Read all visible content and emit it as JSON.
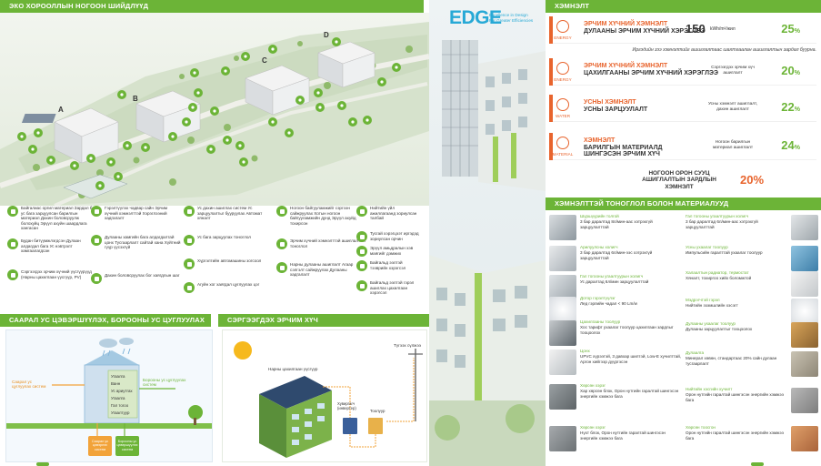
{
  "left": {
    "eco_header": "ЭКО ХОРООЛЛЫН НОГООН ШИЙДЛҮҮД",
    "water_header": "СААРАЛ УС ЦЭВЭРШҮҮЛЭХ, БОРООНЫ УС ЦУГЛУУЛАХ",
    "solar_header": "СЭРГЭЭГДЭХ ЭРЧИМ ХҮЧ",
    "building_labels": [
      "A",
      "B",
      "C",
      "D"
    ],
    "legend": [
      "Байгалиас оргил материал Зардал ба ус бага зарцуулсан барилгын материал Дахин боловсруулж болохуйц Эрүүл ахуйн шаардлага хангасан",
      "Гэрэлтүүлэх чадвар сайн Эрчим хүчний хэмнэлттэй Хэрэглээний хадгалалт",
      "Ус дахин ашиглах систем Ус зарцуулалтыг бууруулах Автомат хяналт",
      "Ногоон байгууламжийг сэргээн сайжруулах Хотын ногоон байгууламжийн дунд Эрүүл ахуйд тохирсон",
      "Нийтийн үйл ажиллагаанд зориулсан талбай",
      "Будан битүүмжлэгдсэн Дулаан алдагдал бага Ус нэвтрэлт хамгаалагдсан",
      "Дулааны хамгийн бага алдагдалтай цонх Тусгаарлалт сайтай хана Хүйтний гүүр үүсэхгүй",
      "Ус бага зарцуулах тоноглол",
      "Эрчим хүчний хэмнэлттэй ашиглалтын тоноглол",
      "Тусгай хэрэгцээт иргэдэд зориулсан орчин",
      "Сэргээгдэх эрчим хүчний үүсгүүрүүд (Нарны цахилгаан үүсгүүр, PV)",
      "Дахин боловсруулах бог хаягдлын шаг",
      "Хүргэлтийн автомашины зогсоол",
      "Нарны дулааны ашиглалт Агаар сэлгэлт сайжруулах Дулааны хадгалалт",
      "Эрүүл амьдралын хэв маягийг дэмжих",
      "Байгальд ээлтэй тээврийн хэрэгсэл",
      "Агуйн хог хаягдал цуглуулах цэг",
      "Байгальд ээлтэй гэрэл ашиглах цахилгаан хэрэгсэл"
    ],
    "water_labels": {
      "gray_title": "Саарал ус цуглуулах систем",
      "rain_title": "Борооны ус цуглуулах систем",
      "rows": [
        "Угаалга",
        "Ванн",
        "Ус ариутгах",
        "Угаалга",
        "Гал тогоо",
        "Угаалтуур"
      ],
      "box1": "Саарал ус цэвэрлэх систем",
      "box2": "Борооны ус цэвэршүүлэх систем"
    },
    "solar_labels": {
      "panel": "Нарны цахилгаан үүсгүүр",
      "grid": "Түгээх сүлжээ",
      "inverter": "Хувиргагч (инвертер)",
      "meter": "Тоолуур"
    }
  },
  "middle": {
    "logo_word": "EDGE",
    "logo_line1": "Excellence in Design",
    "logo_line2": "For Greater Efficiencies"
  },
  "right": {
    "savings_header": "ХЭМНЭЛТ",
    "materials_header": "ХЭМНЭЛТТЭЙ ТОНОГЛОЛ БОЛОН МАТЕРИАЛУУД",
    "savings": [
      {
        "icon": "lightning-icon",
        "label": "ENERGY",
        "title1": "ЭРЧИМ ХҮЧНИЙ ХЭМНЭЛТ",
        "title2": "ДУЛААНЫ ЭРЧИМ ХҮЧНИЙ ХЭРЭГЛЭЭ",
        "mid_num": "150",
        "mid_unit": "kWh/m²/жил",
        "pct": "25"
      },
      {
        "icon": "lightning-icon",
        "label": "ENERGY",
        "title1": "ЭРЧИМ ХҮЧНИЙ ХЭМНЭЛТ",
        "title2": "ЦАХИЛГААНЫ ЭРЧИМ ХҮЧНИЙ ХЭРЭГЛЭЭ",
        "mid": "Сэргээгдэх эрчим хүч ашиглалт",
        "pct": "20"
      },
      {
        "icon": "water-drop-icon",
        "label": "WATER",
        "title1": "УСНЫ ХЭМНЭЛТ",
        "title2": "УСНЫ ЗАРЦУУЛАЛТ",
        "mid": "Усны хэмнэлт ашиглалт, дахин ашиглалт",
        "pct": "22"
      },
      {
        "icon": "leaf-icon",
        "label": "MATERIAL",
        "title1": "ХЭМНЭЛТ",
        "title2": "БАРИЛГЫН МАТЕРИАЛД ШИНГЭСЭН ЭРЧИМ ХҮЧ",
        "mid": "Ногоон барилгын материал ашиглалт",
        "pct": "24"
      }
    ],
    "note": "Иргэдийн зээ хэмнэлтийг ашиглалтаас шалтгаалан ашиглалтын зардал буурна.",
    "total_label": "НОГООН ОРОН СУУЦ АШИГЛАЛТЫН ЗАРДЛЫН ХЭМНЭЛТ",
    "total_pct": "20%",
    "materials_left": [
      {
        "name": "Шүршүүрийн толгой",
        "desc": "3 бар даралтад 8л/мин-аас хэтрэхгүй зарцуулалттай"
      },
      {
        "name": "Арилуулсны холигч",
        "desc": "3 бар даралтад 6л/мин-ээс хэтрэхгүй зарцуулалттай"
      },
      {
        "name": "Гал тогооны угаалтуурын холигч",
        "desc": "Ус даралтад 6л/мин зарцуулалттай"
      },
      {
        "name": "Дотор гэрэлтүүлэг",
        "desc": "Лед гэрлийн чадал < 90 Lm/w"
      },
      {
        "name": "Цахилгааны тоолуур",
        "desc": "Хос тарифт ухаалаг тоолуур цахилгаан зардлыг тооцоолох"
      },
      {
        "name": "Цонх",
        "desc": "UPVC хүрээтэй, 3 давхар шилтэй, Low-E хучилттай, Аргон хийгээр дүүргэсэн"
      },
      {
        "name": "Хөрсөн хэрэг",
        "desc": "Хар хөрсөн блок, Орон нутгийн гаралтай шингэсэн энергийн хэмжээ бага"
      },
      {
        "name": "Хөрсөн хэрэг",
        "desc": "Нүхт блок, Орон нутгийн гаралтай шингэсэн энергийн хэмжээ бага"
      }
    ],
    "materials_right": [
      {
        "name": "Гал тогооны угаалтуурын холигч",
        "desc": "3 бар даралтад 6л/мин-аас хэтрэхгүй зарцуулалттай"
      },
      {
        "name": "Усны ухаалаг тоолуур",
        "desc": "Импульсийн гаралттай ухаалаг тоолуур"
      },
      {
        "name": "Халаалтын радиатор, термостат",
        "desc": "Хяналт, тохиргоо хийх боломжтой"
      },
      {
        "name": "Мэдрэгчтэй гэрэл",
        "desc": "Нийтийн эзэмшлийн хэсэгт"
      },
      {
        "name": "Дулааны ухаалаг тоолуур",
        "desc": "Дулааны зарцуулалтыг тооцоолох"
      },
      {
        "name": "Дулаалга",
        "desc": "Минерал хөвөн, стандартаас 20% сайн дулаан тусгаарлалт"
      },
      {
        "name": "Нийтийн хэсгийн хучилт",
        "desc": "Орон нутгийн гаралтай шингэсэн энергийн хэмжээ бага"
      },
      {
        "name": "Хөрсөн тоосгон",
        "desc": "Орон нутгийн гаралтай шингэсэн энергийн хэмжээ бага"
      }
    ]
  },
  "colors": {
    "green": "#6cb437",
    "orange": "#e8642d",
    "blue": "#27a9d6"
  }
}
